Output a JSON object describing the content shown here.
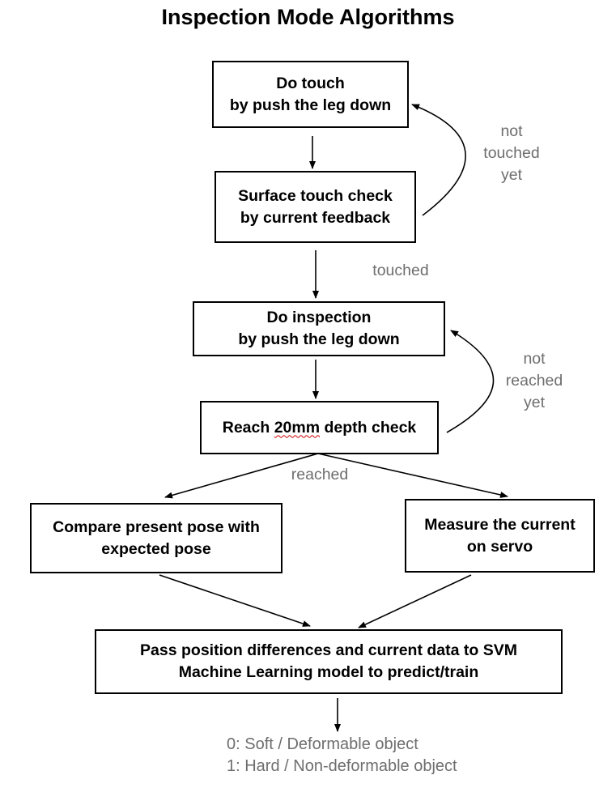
{
  "title": "Inspection Mode Algorithms",
  "nodes": {
    "do_touch": {
      "line1": "Do touch",
      "line2": "by push the leg down"
    },
    "touch_check": {
      "line1": "Surface touch check",
      "line2": "by current feedback"
    },
    "do_inspection": {
      "line1": "Do inspection",
      "line2": "by push the leg down"
    },
    "depth_check": {
      "prefix": "Reach ",
      "flagged_word": "20mm",
      "suffix": " depth check"
    },
    "compare_pose": {
      "line1": "Compare present pose with",
      "line2": "expected pose"
    },
    "measure_current": {
      "line1": "Measure the current",
      "line2": "on servo"
    },
    "svm_model": {
      "line1": "Pass position differences and current data to SVM",
      "line2": "Machine Learning model to predict/train"
    }
  },
  "edge_labels": {
    "not_touched_yet": [
      "not",
      "touched",
      "yet"
    ],
    "touched": "touched",
    "not_reached_yet": [
      "not",
      "reached",
      "yet"
    ],
    "reached": "reached"
  },
  "outcomes": [
    "0: Soft / Deformable object",
    "1: Hard / Non-deformable object"
  ]
}
